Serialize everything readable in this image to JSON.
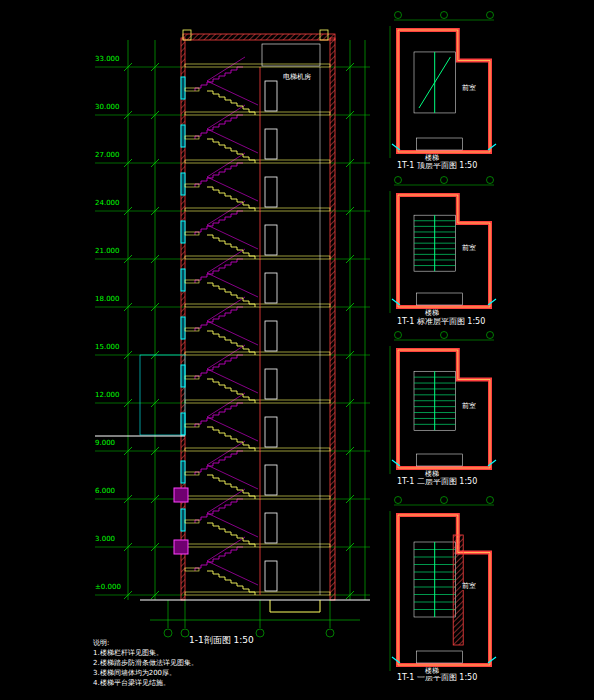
{
  "diagram": {
    "labels": [
      "1-1剖面图 1:50",
      "1T-1 顶层平面图 1:50",
      "1T-1 标准层平面图 1:50",
      "1T-1 二层平面图 1:50",
      "1T-1 一层平面图 1:50",
      "说明:",
      "1.楼梯栏杆详见图集。",
      "2.楼梯踏步防滑条做法详见图集。",
      "3.楼梯间墙体均为200厚。",
      "4.楼梯平台梁详见结施。",
      "电梯机房",
      "±0.000",
      "3.000",
      "6.000",
      "9.000",
      "12.000",
      "15.000",
      "18.000",
      "21.000",
      "24.000",
      "27.000",
      "30.000",
      "33.000",
      "前室",
      "楼梯",
      "前室",
      "楼梯",
      "前室",
      "楼梯",
      "前室",
      "楼梯"
    ]
  }
}
